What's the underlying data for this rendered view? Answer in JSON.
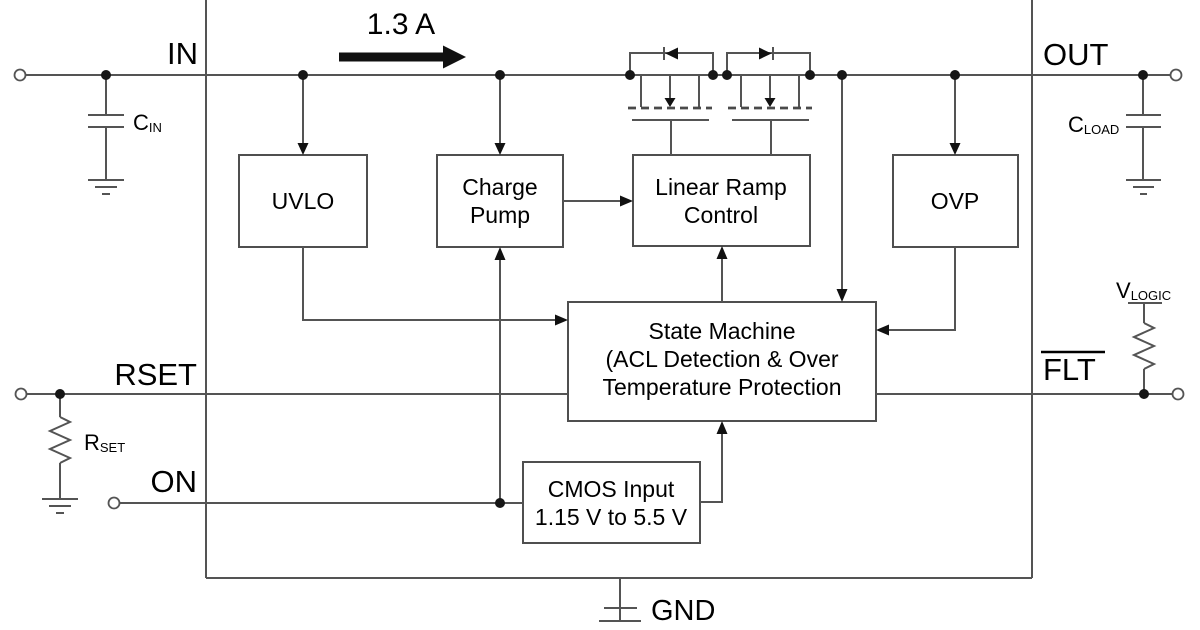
{
  "colors": {
    "background": "#ffffff",
    "wire": "#545454",
    "block_border": "#4f4f4f",
    "solid_marks": "#111111",
    "text": "#000000"
  },
  "current_arrow": {
    "label": "1.3 A"
  },
  "pins": {
    "in": "IN",
    "out": "OUT",
    "rset": "RSET",
    "on": "ON",
    "flt": "FLT",
    "gnd": "GND"
  },
  "blocks": {
    "uvlo": {
      "label": "UVLO"
    },
    "charge_pump": {
      "line1": "Charge",
      "line2": "Pump"
    },
    "linear_ramp_control": {
      "line1": "Linear Ramp",
      "line2": "Control"
    },
    "ovp": {
      "label": "OVP"
    },
    "state_machine": {
      "line1": "State Machine",
      "line2": "(ACL Detection & Over",
      "line3": "Temperature Protection"
    },
    "cmos_input": {
      "line1": "CMOS Input",
      "line2": "1.15 V to 5.5 V"
    }
  },
  "components": {
    "cin": {
      "symbol": "C",
      "subscript": "IN"
    },
    "cload": {
      "symbol": "C",
      "subscript": "LOAD"
    },
    "rset": {
      "symbol": "R",
      "subscript": "SET"
    },
    "vlogic": {
      "symbol": "V",
      "subscript": "LOGIC"
    }
  }
}
